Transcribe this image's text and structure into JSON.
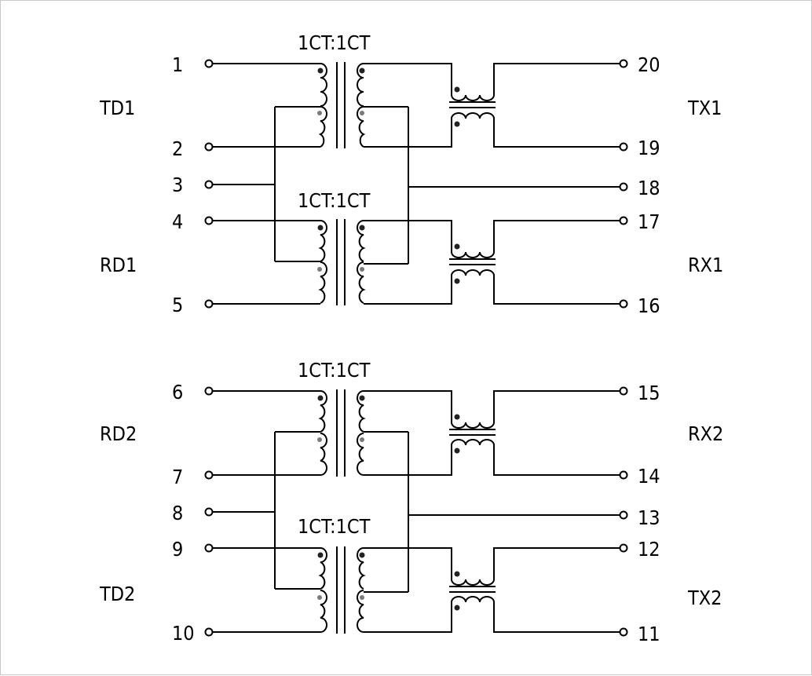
{
  "ratio_label": "1CT:1CT",
  "left_pins": [
    "1",
    "2",
    "3",
    "4",
    "5",
    "6",
    "7",
    "8",
    "9",
    "10"
  ],
  "right_pins": [
    "20",
    "19",
    "18",
    "17",
    "16",
    "15",
    "14",
    "13",
    "12",
    "11"
  ],
  "signals_left": [
    "TD1",
    "RD1",
    "RD2",
    "TD2"
  ],
  "signals_right": [
    "TX1",
    "RX1",
    "RX2",
    "TX2"
  ]
}
